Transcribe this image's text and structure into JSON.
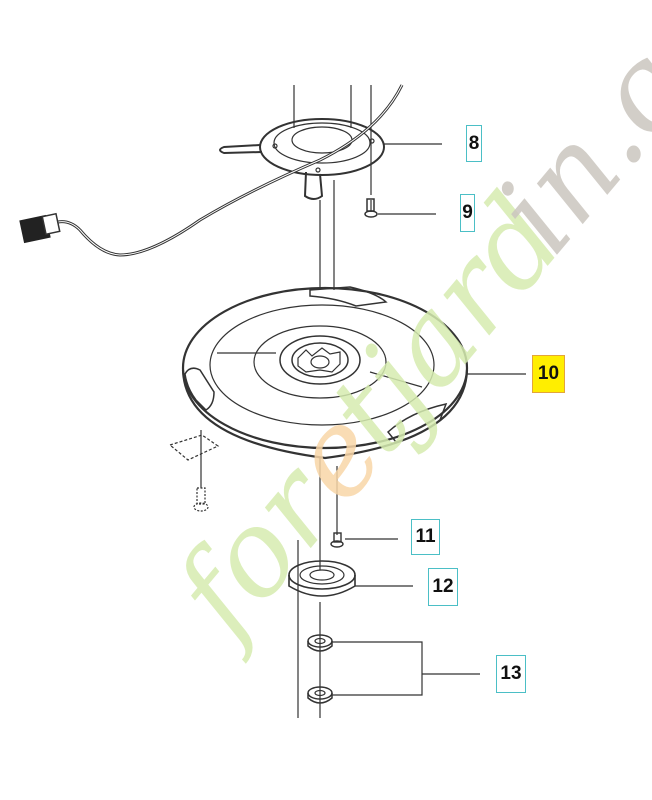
{
  "diagram": {
    "type": "exploded-parts-diagram",
    "callouts": [
      {
        "number": "8",
        "part": "cable-holder-ring",
        "highlighted": false
      },
      {
        "number": "9",
        "part": "screw",
        "highlighted": false
      },
      {
        "number": "10",
        "part": "disc-cover",
        "highlighted": true
      },
      {
        "number": "11",
        "part": "screw",
        "highlighted": false
      },
      {
        "number": "12",
        "part": "bearing-large",
        "highlighted": false
      },
      {
        "number": "13",
        "part": "bearing-small-pair",
        "highlighted": false
      }
    ],
    "colors": {
      "line": "#333333",
      "callout_border": "#4bbfc6",
      "highlight_fill": "#ffee00",
      "highlight_border": "#e3a53a"
    }
  },
  "watermark": {
    "text_green": "for",
    "text_orange": "e",
    "text_green2": "tjard",
    "text_grey": "in.com",
    "colors": {
      "green": "#d6ecb0",
      "orange": "#f9d6a8",
      "grey": "#cbc6bf"
    }
  }
}
